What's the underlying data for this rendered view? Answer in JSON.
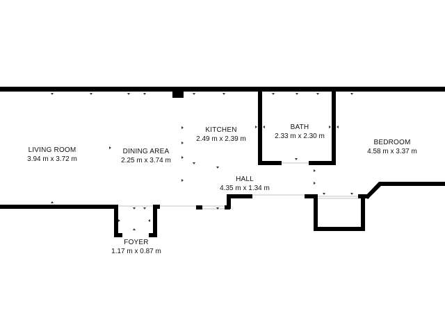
{
  "rooms": {
    "living_room": {
      "name": "LIVING ROOM",
      "dims": "3.94 m x 3.72 m"
    },
    "dining_area": {
      "name": "DINING AREA",
      "dims": "2.25 m x 3.74 m"
    },
    "kitchen": {
      "name": "KITCHEN",
      "dims": "2.49 m x 2.39 m"
    },
    "bath": {
      "name": "BATH",
      "dims": "2.33 m x 2.30 m"
    },
    "bedroom": {
      "name": "BEDROOM",
      "dims": "4.58 m x 3.37 m"
    },
    "hall": {
      "name": "HALL",
      "dims": "4.35 m x 1.34 m"
    },
    "foyer": {
      "name": "FOYER",
      "dims": "1.17 m x 0.87 m"
    }
  },
  "colors": {
    "wall": "#000000",
    "background": "#ffffff",
    "opening": "#cfcfcf",
    "text": "#111111"
  }
}
